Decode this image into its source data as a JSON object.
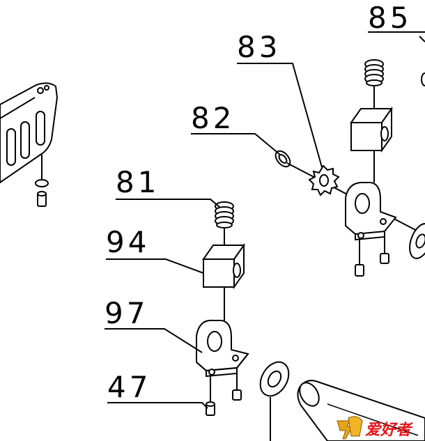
{
  "labels": {
    "l81": "81",
    "l82": "82",
    "l83": "83",
    "l85": "85",
    "l94": "94",
    "l97": "97",
    "l47": "47"
  },
  "watermark": {
    "text": "爱好者",
    "color": "#e8141b"
  }
}
